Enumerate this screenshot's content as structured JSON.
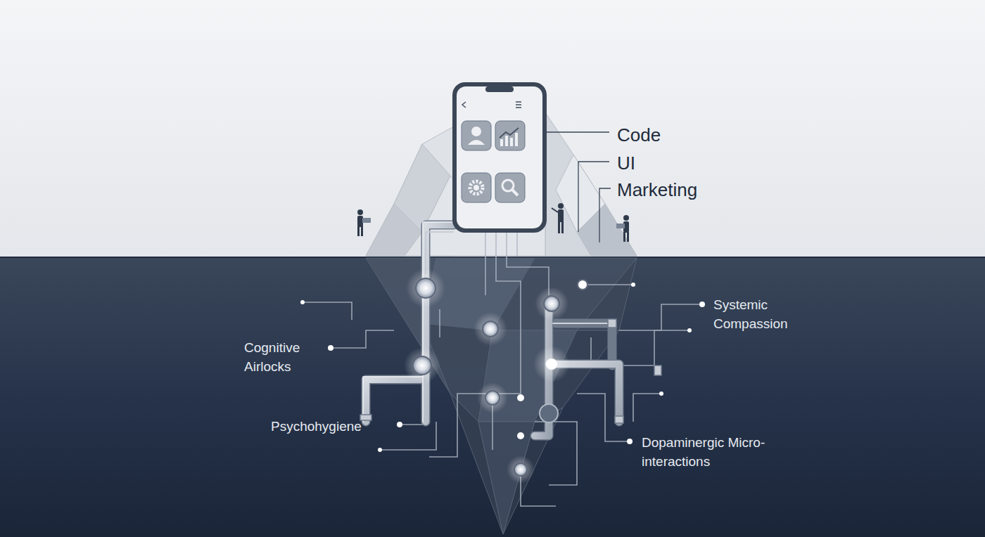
{
  "diagram": {
    "labels": [
      "Code",
      "UI",
      "Marketing",
      "Cognitive Airlocks",
      "Systemic Compassion",
      "Psychohygiene",
      "Dopaminergic Micro-interactions"
    ]
  }
}
